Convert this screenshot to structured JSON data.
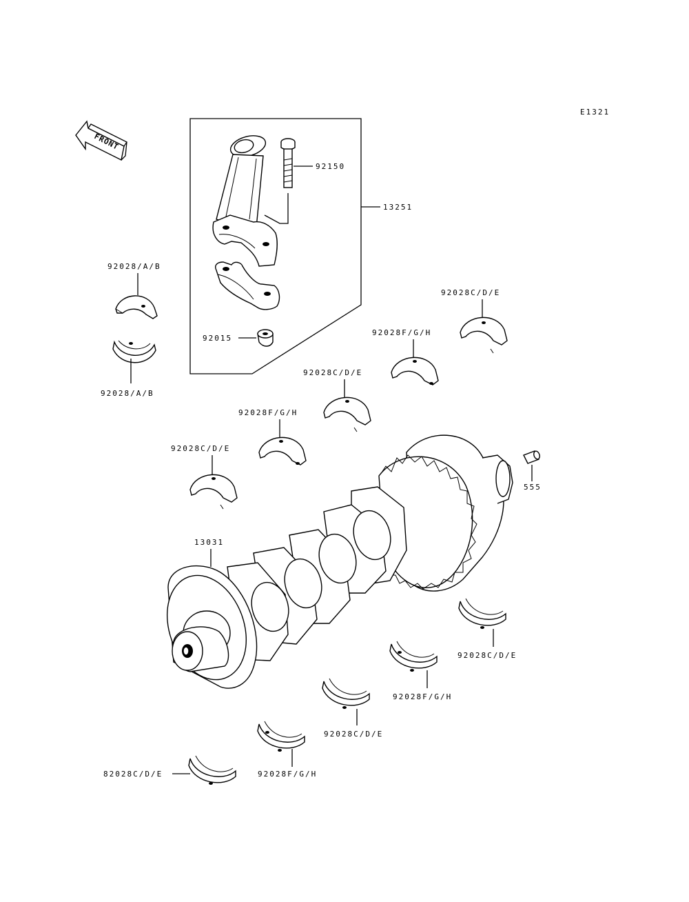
{
  "diagram_id": "E1321",
  "front_label": "FRONT",
  "labels": {
    "conrod_assembly": "13251",
    "conrod_bolt": "92150",
    "conrod_nut": "92015",
    "conrod_bearing_upper": "92028/A/B",
    "conrod_bearing_lower": "92028/A/B",
    "crankshaft": "13031",
    "pin": "555",
    "main_bearing_upper_1": "92028C/D/E",
    "main_bearing_upper_2": "92028F/G/H",
    "main_bearing_upper_3": "92028C/D/E",
    "main_bearing_upper_4": "92028F/G/H",
    "main_bearing_upper_5": "92028C/D/E",
    "main_bearing_lower_1": "82028C/D/E",
    "main_bearing_lower_2": "92028F/G/H",
    "main_bearing_lower_3": "92028C/D/E",
    "main_bearing_lower_4": "92028F/G/H",
    "main_bearing_lower_5": "92028C/D/E"
  }
}
